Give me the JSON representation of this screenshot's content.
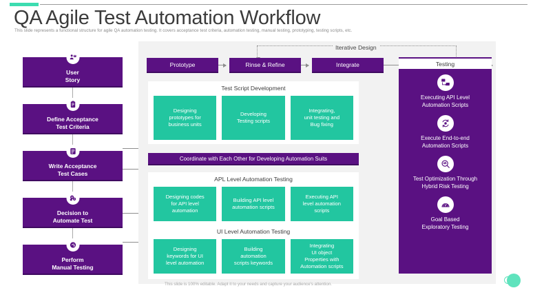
{
  "header": {
    "title": "QA Agile Test Automation Workflow",
    "subtitle": "This slide represents a functional structure for agile QA automation testing. It covers acceptance test criteria, automation testing, manual testing, prototyping, testing scripts, etc.",
    "accent_color": "#3ddcb0"
  },
  "colors": {
    "purple": "#5a1182",
    "purple_dark": "#3f0a60",
    "teal": "#22c6a0",
    "panel_bg": "#f2f2f2"
  },
  "left_flow": {
    "items": [
      {
        "label": "User\nStory",
        "icon": "user-story-icon"
      },
      {
        "label": "Define Acceptance\nTest Criteria",
        "icon": "clipboard-icon"
      },
      {
        "label": "Write Acceptance\nTest Cases",
        "icon": "document-list-icon"
      },
      {
        "label": "Decision to\nAutomate Test",
        "icon": "decision-gear-icon"
      },
      {
        "label": "Perform\nManual Testing",
        "icon": "manual-testing-icon"
      }
    ]
  },
  "center": {
    "stages": [
      {
        "label": "Prototype"
      },
      {
        "label": "Rinse & Refine"
      },
      {
        "label": "Integrate"
      }
    ],
    "iterative_label": "Iterative Design",
    "test_script_development": {
      "title": "Test Script Development",
      "cards": [
        "Designing\nprototypes for\nbusiness units",
        "Developing\nTesting scripts",
        "Integrating,\nunit testing and\nBug fixing"
      ]
    },
    "coordinate_bar": "Coordinate with Each Other for Developing Automation Suits",
    "api_level": {
      "title": "APL Level Automation Testing",
      "cards": [
        "Designing codes\nfor API level\nautomation",
        "Building API level\nautomation scripts",
        "Executing API\nlevel automation\nscripts"
      ]
    },
    "ui_level": {
      "title": "UI Level Automation Testing",
      "cards": [
        "Designing\nkeywords for UI\nlevel automation",
        "Building\nautomation\nscripts keywords",
        "Integrating\nUI object\nProperties with\nAutomation scripts"
      ]
    }
  },
  "testing_panel": {
    "title": "Testing",
    "items": [
      {
        "label": "Executing API Level\nAutomation Scripts",
        "icon": "network-nodes-icon"
      },
      {
        "label": "Execute End-to-end\nAutomation Scripts",
        "icon": "refresh-gear-icon"
      },
      {
        "label": "Test Optimization Through\nHybrid Risk Testing",
        "icon": "magnifier-pulse-icon"
      },
      {
        "label": "Goal Based\nExploratory Testing",
        "icon": "gauge-icon"
      }
    ]
  },
  "footer": {
    "note": "This slide is 100% editable. Adapt it to your needs and capture your audience's attention."
  }
}
